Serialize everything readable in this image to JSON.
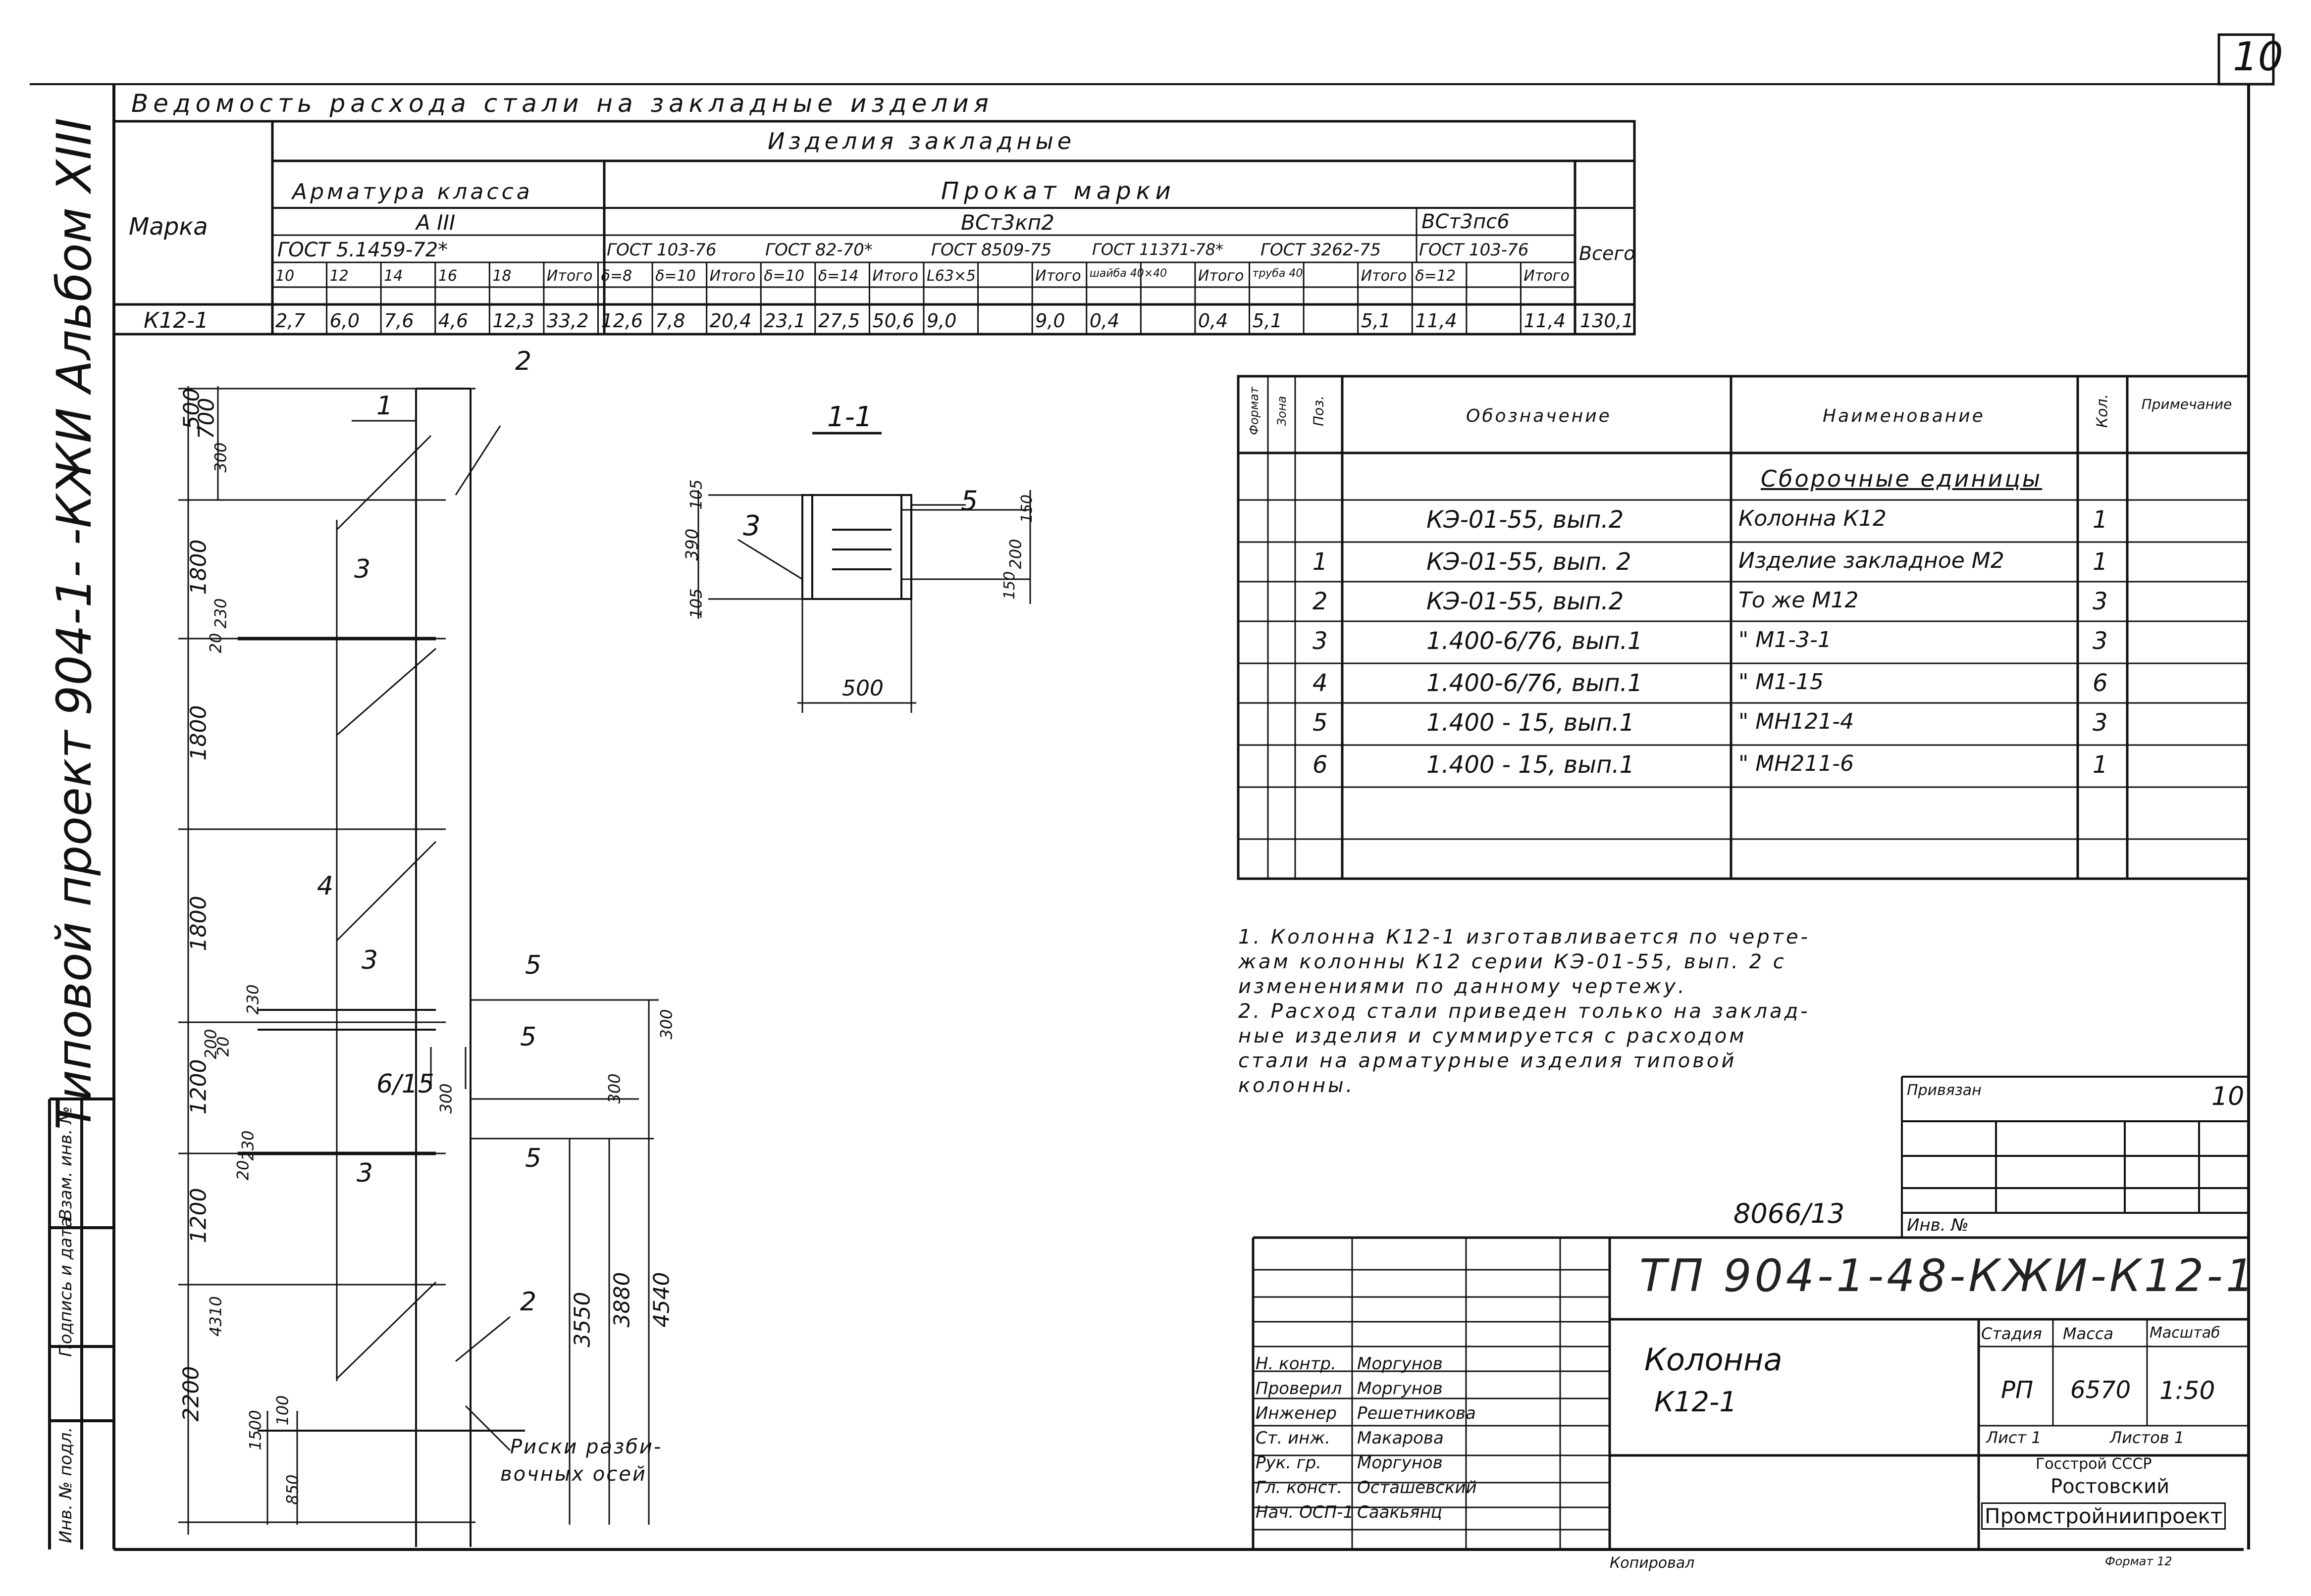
{
  "sheet_number": "10",
  "margin": {
    "album_title": "Типовой проект    904-1-    -КЖИ Альбом XIII",
    "stamp_labels": [
      "Инв. № подл.",
      "Подпись и дата",
      "Взам. инв. №"
    ]
  },
  "steel_table": {
    "title": "Ведомость расхода стали на закладные изделия",
    "marka_header": "Марка",
    "group_header": "Изделия закладные",
    "armatura_header": "Арматура класса",
    "armatura_class": "А III",
    "armatura_gost": "ГОСТ 5.1459-72*",
    "prokat_header": "Прокат марки",
    "prokat_steel1": "ВСт3кп2",
    "prokat_steel2": "ВСт3пс6",
    "gosts": [
      "ГОСТ 103-76",
      "ГОСТ 82-70*",
      "ГОСТ 8509-75",
      "ГОСТ 11371-78*",
      "ГОСТ 3262-75",
      "ГОСТ 103-76"
    ],
    "total_header": "Всего",
    "subcols": [
      "10",
      "12",
      "14",
      "16",
      "18",
      "Итого",
      "δ=8",
      "δ=10",
      "Итого",
      "δ=10",
      "δ=14",
      "Итого",
      "L63×5",
      "",
      "Итого",
      "шайба 40×40",
      "",
      "Итого",
      "труба 40",
      "",
      "Итого",
      "δ=12",
      "",
      "Итого",
      ""
    ],
    "row": {
      "marka": "К12-1",
      "values": [
        "2,7",
        "6,0",
        "7,6",
        "4,6",
        "12,3",
        "33,2",
        "12,6",
        "7,8",
        "20,4",
        "23,1",
        "27,5",
        "50,6",
        "9,0",
        "",
        "9,0",
        "0,4",
        "",
        "0,4",
        "5,1",
        "",
        "5,1",
        "11,4",
        "",
        "11,4",
        "130,1"
      ]
    }
  },
  "spec_table": {
    "headers": [
      "Формат",
      "Зона",
      "Поз.",
      "Обозначение",
      "Наименование",
      "Кол.",
      "Примечание"
    ],
    "section": "Сборочные единицы",
    "rows": [
      {
        "poz": "",
        "oboz": "КЭ-01-55, вып.2",
        "naim": "Колонна К12",
        "kol": "1"
      },
      {
        "poz": "1",
        "oboz": "КЭ-01-55, вып. 2",
        "naim": "Изделие закладное М2",
        "kol": "1"
      },
      {
        "poz": "2",
        "oboz": "КЭ-01-55, вып.2",
        "naim": "То же М12",
        "kol": "3"
      },
      {
        "poz": "3",
        "oboz": "1.400-6/76, вып.1",
        "naim": "\" М1-3-1",
        "kol": "3"
      },
      {
        "poz": "4",
        "oboz": "1.400-6/76, вып.1",
        "naim": "\" М1-15",
        "kol": "6"
      },
      {
        "poz": "5",
        "oboz": "1.400 - 15, вып.1",
        "naim": "\" МН121-4",
        "kol": "3"
      },
      {
        "poz": "6",
        "oboz": "1.400 - 15, вып.1",
        "naim": "\" МН211-6",
        "kol": "1"
      }
    ]
  },
  "notes": [
    "1. Колонна К12-1 изготавливается по черте-",
    "жам колонны К12 серии КЭ-01-55, вып. 2 с",
    "изменениями по данному чертежу.",
    "2. Расход стали приведен только на заклад-",
    "ные изделия и суммируется с расходом",
    "стали на арматурные изделия типовой",
    "колонны."
  ],
  "section_view": {
    "label": "1-1",
    "dims": [
      "105",
      "390",
      "105",
      "200",
      "150",
      "150",
      "500"
    ],
    "pos": [
      "3",
      "5"
    ]
  },
  "elevation": {
    "left_dims": [
      "500",
      "700",
      "1800",
      "1800",
      "1800",
      "1200",
      "1200",
      "2200"
    ],
    "inner_dims": [
      "300",
      "230",
      "20",
      "230",
      "200",
      "20",
      "230",
      "20",
      "4310",
      "1500",
      "100",
      "850"
    ],
    "right_dims": [
      "300",
      "300",
      "300",
      "3550",
      "3880",
      "4540"
    ],
    "pos_labels": [
      "1",
      "2",
      "3",
      "4",
      "3",
      "5",
      "5",
      "6/15",
      "5",
      "3",
      "2"
    ],
    "note_line1": "Риски разби-",
    "note_line2": "вочных осей"
  },
  "privyazan": {
    "label": "Привязан",
    "sheet": "10",
    "inv": "Инв. №"
  },
  "archive_no": "8066/13",
  "title_block": {
    "code": "ТП 904-1-48-КЖИ-К12-1",
    "name_line1": "Колонна",
    "name_line2": "К12-1",
    "people": [
      {
        "role": "Н. контр.",
        "name": "Моргунов"
      },
      {
        "role": "Проверил",
        "name": "Моргунов"
      },
      {
        "role": "Инженер",
        "name": "Решетникова"
      },
      {
        "role": "Ст. инж.",
        "name": "Макарова"
      },
      {
        "role": "Рук. гр.",
        "name": "Моргунов"
      },
      {
        "role": "Гл. конст.",
        "name": "Осташевский"
      },
      {
        "role": "Нач. ОСП-1",
        "name": "Саакьянц"
      }
    ],
    "stage_label": "Стадия",
    "mass_label": "Масса",
    "scale_label": "Масштаб",
    "stage": "РП",
    "mass": "6570",
    "scale": "1:50",
    "sheet": "Лист 1",
    "sheets": "Листов 1",
    "org1": "Госстрой СССР",
    "org2": "Ростовский",
    "org3": "Промстройниипроект"
  },
  "kopiroval": "Копировал",
  "format": "Формат 12"
}
